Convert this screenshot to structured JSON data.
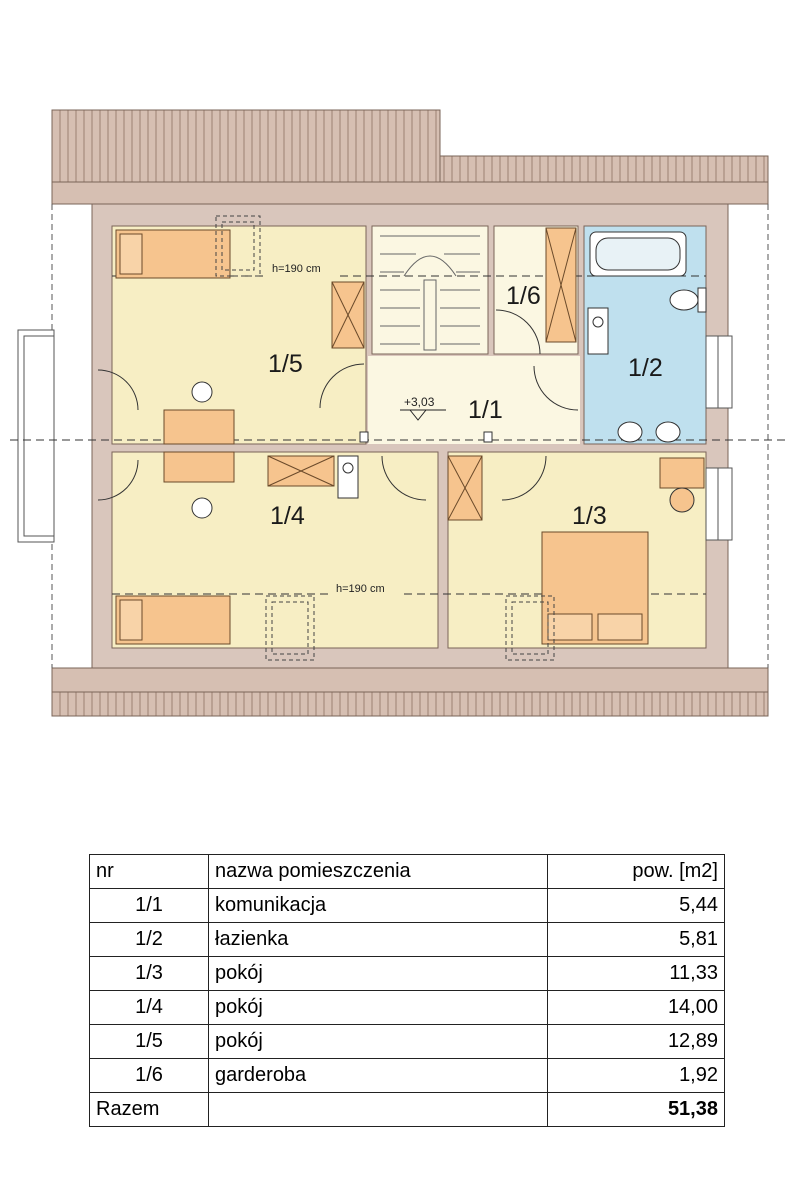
{
  "floor_plan": {
    "rooms": [
      {
        "id": "1/1",
        "label": "1/1"
      },
      {
        "id": "1/2",
        "label": "1/2"
      },
      {
        "id": "1/3",
        "label": "1/3"
      },
      {
        "id": "1/4",
        "label": "1/4"
      },
      {
        "id": "1/5",
        "label": "1/5"
      },
      {
        "id": "1/6",
        "label": "1/6"
      }
    ],
    "dimension_top": "h=190  cm",
    "dimension_bottom": "h=190  cm",
    "elevation_mark": "+3,03",
    "colors": {
      "roof": "#d6bfb2",
      "roof_line": "#9c8073",
      "wall": "#d9c6bc",
      "room_floor": "#f7eec4",
      "corridor_floor": "#fbf7e2",
      "bathroom_floor": "#bfe0ee",
      "furniture": "#f6c48e"
    }
  },
  "table": {
    "headers": {
      "nr": "nr",
      "name": "nazwa pomieszczenia",
      "area": "pow. [m2]"
    },
    "rows": [
      {
        "nr": "1/1",
        "name": "komunikacja",
        "area": "5,44"
      },
      {
        "nr": "1/2",
        "name": "łazienka",
        "area": "5,81"
      },
      {
        "nr": "1/3",
        "name": "pokój",
        "area": "11,33"
      },
      {
        "nr": "1/4",
        "name": "pokój",
        "area": "14,00"
      },
      {
        "nr": "1/5",
        "name": "pokój",
        "area": "12,89"
      },
      {
        "nr": "1/6",
        "name": "garderoba",
        "area": "1,92"
      }
    ],
    "total": {
      "label": "Razem",
      "value": "51,38"
    }
  }
}
